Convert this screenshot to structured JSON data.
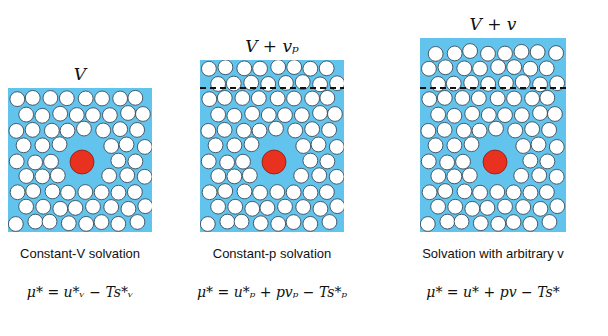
{
  "diagram": {
    "nodes": [
      {
        "text": [
          "V",
          "Constant-V solvation",
          "μ* = u*ᵥ − Ts*ᵥ"
        ]
      },
      {
        "text": [
          "V + vₚ",
          "Constant-p solvation",
          "μ* = u*ₚ + pvₚ − Ts*ₚ"
        ]
      },
      {
        "text": [
          "V + v",
          "Solvation with arbitrary v",
          "μ* = u* + pv − Ts*"
        ]
      }
    ]
  }
}
